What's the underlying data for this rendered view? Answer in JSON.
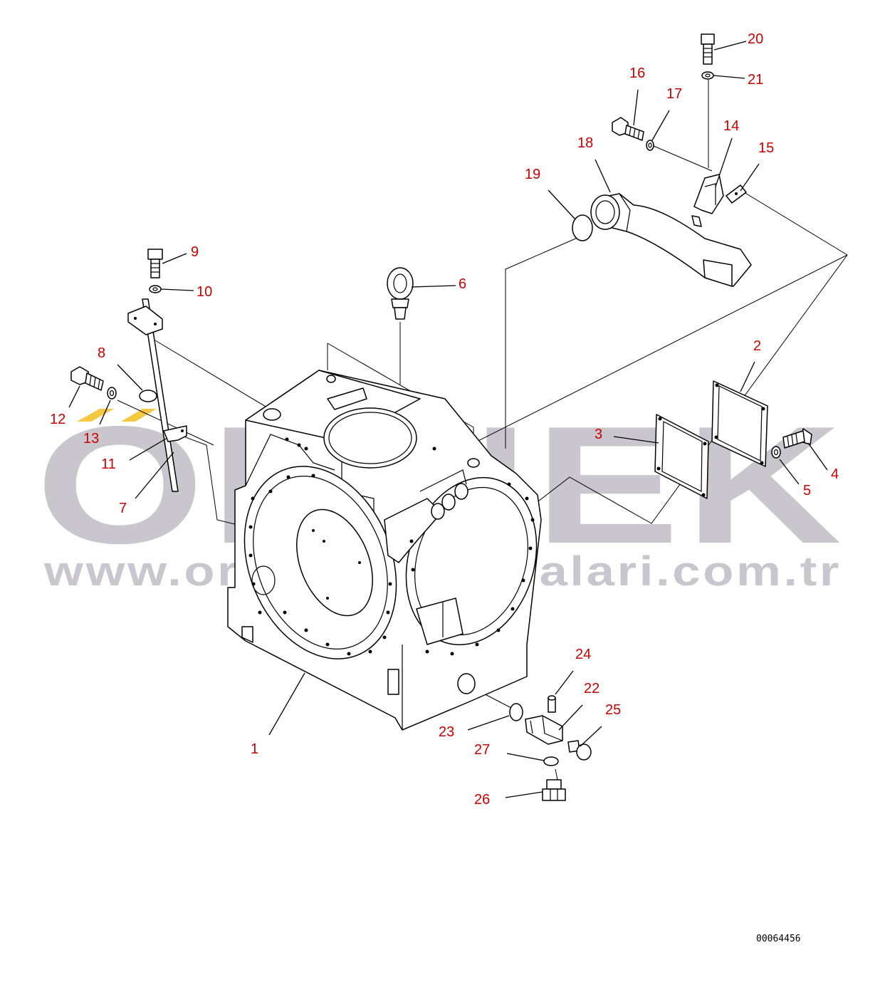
{
  "diagram": {
    "drawing_code": "00064456",
    "label_color": "#cc0000",
    "line_color": "#000000",
    "watermark": {
      "brand": "ORNEK",
      "url": "www.ornekismakinalari.com.tr",
      "color": "#c9c6ce",
      "accent_color": "#f5c842"
    },
    "callouts": [
      {
        "id": "1",
        "text": "1"
      },
      {
        "id": "2",
        "text": "2"
      },
      {
        "id": "3",
        "text": "3"
      },
      {
        "id": "4",
        "text": "4"
      },
      {
        "id": "5",
        "text": "5"
      },
      {
        "id": "6",
        "text": "6"
      },
      {
        "id": "7",
        "text": "7"
      },
      {
        "id": "8",
        "text": "8"
      },
      {
        "id": "9",
        "text": "9"
      },
      {
        "id": "10",
        "text": "10"
      },
      {
        "id": "11",
        "text": "11"
      },
      {
        "id": "12",
        "text": "12"
      },
      {
        "id": "13",
        "text": "13"
      },
      {
        "id": "14",
        "text": "14"
      },
      {
        "id": "15",
        "text": "15"
      },
      {
        "id": "16",
        "text": "16"
      },
      {
        "id": "17",
        "text": "17"
      },
      {
        "id": "18",
        "text": "18"
      },
      {
        "id": "19",
        "text": "19"
      },
      {
        "id": "20",
        "text": "20"
      },
      {
        "id": "21",
        "text": "21"
      },
      {
        "id": "22",
        "text": "22"
      },
      {
        "id": "23",
        "text": "23"
      },
      {
        "id": "24",
        "text": "24"
      },
      {
        "id": "25",
        "text": "25"
      },
      {
        "id": "26",
        "text": "26"
      },
      {
        "id": "27",
        "text": "27"
      }
    ]
  }
}
